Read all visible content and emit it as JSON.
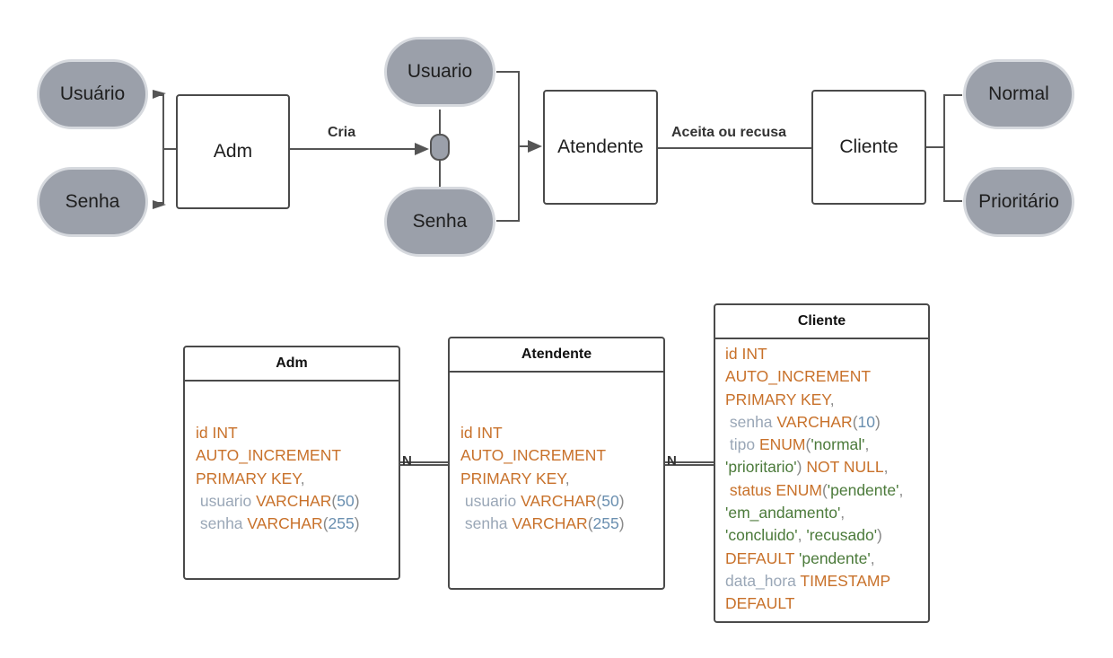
{
  "colors": {
    "keyword": "#c8712a",
    "identifier": "#9aa7b7",
    "number": "#6a8fb0",
    "string": "#4b7a3a",
    "punct": "#8a8a8a",
    "pill_fill": "#9ba0aa",
    "line": "#555555"
  },
  "attributes": {
    "adm_usuario": "Usuário",
    "adm_senha": "Senha",
    "atendente_usuario": "Usuario",
    "atendente_senha": "Senha",
    "cliente_normal": "Normal",
    "cliente_prioritario": "Prioritário"
  },
  "entities": {
    "adm": "Adm",
    "atendente": "Atendente",
    "cliente": "Cliente"
  },
  "relationships": {
    "cria": "Cria",
    "aceita": "Aceita ou recusa"
  },
  "tables": {
    "adm": {
      "title": "Adm",
      "lines": [
        [
          {
            "t": "id INT",
            "c": "keyword"
          }
        ],
        [
          {
            "t": "AUTO_INCREMENT",
            "c": "keyword"
          }
        ],
        [
          {
            "t": "PRIMARY KEY",
            "c": "keyword"
          },
          {
            "t": ",",
            "c": "punct"
          }
        ],
        [
          {
            "t": " usuario ",
            "c": "identifier"
          },
          {
            "t": "VARCHAR",
            "c": "keyword"
          },
          {
            "t": "(",
            "c": "punct"
          },
          {
            "t": "50",
            "c": "number"
          },
          {
            "t": ")",
            "c": "punct"
          }
        ],
        [
          {
            "t": " senha ",
            "c": "identifier"
          },
          {
            "t": "VARCHAR",
            "c": "keyword"
          },
          {
            "t": "(",
            "c": "punct"
          },
          {
            "t": "255",
            "c": "number"
          },
          {
            "t": ")",
            "c": "punct"
          }
        ]
      ]
    },
    "atendente": {
      "title": "Atendente",
      "lines": [
        [
          {
            "t": "id INT",
            "c": "keyword"
          }
        ],
        [
          {
            "t": "AUTO_INCREMENT",
            "c": "keyword"
          }
        ],
        [
          {
            "t": "PRIMARY KEY",
            "c": "keyword"
          },
          {
            "t": ",",
            "c": "punct"
          }
        ],
        [
          {
            "t": " usuario ",
            "c": "identifier"
          },
          {
            "t": "VARCHAR",
            "c": "keyword"
          },
          {
            "t": "(",
            "c": "punct"
          },
          {
            "t": "50",
            "c": "number"
          },
          {
            "t": ")",
            "c": "punct"
          }
        ],
        [
          {
            "t": " senha ",
            "c": "identifier"
          },
          {
            "t": "VARCHAR",
            "c": "keyword"
          },
          {
            "t": "(",
            "c": "punct"
          },
          {
            "t": "255",
            "c": "number"
          },
          {
            "t": ")",
            "c": "punct"
          }
        ]
      ]
    },
    "cliente": {
      "title": "Cliente",
      "lines": [
        [
          {
            "t": "id INT",
            "c": "keyword"
          }
        ],
        [
          {
            "t": "AUTO_INCREMENT",
            "c": "keyword"
          }
        ],
        [
          {
            "t": "PRIMARY KEY",
            "c": "keyword"
          },
          {
            "t": ",",
            "c": "punct"
          }
        ],
        [
          {
            "t": " senha ",
            "c": "identifier"
          },
          {
            "t": "VARCHAR",
            "c": "keyword"
          },
          {
            "t": "(",
            "c": "punct"
          },
          {
            "t": "10",
            "c": "number"
          },
          {
            "t": ")",
            "c": "punct"
          }
        ],
        [
          {
            "t": " tipo ",
            "c": "identifier"
          },
          {
            "t": "ENUM",
            "c": "keyword"
          },
          {
            "t": "(",
            "c": "punct"
          },
          {
            "t": "'normal'",
            "c": "string"
          },
          {
            "t": ",",
            "c": "punct"
          }
        ],
        [
          {
            "t": "'prioritario'",
            "c": "string"
          },
          {
            "t": ") ",
            "c": "punct"
          },
          {
            "t": "NOT NULL",
            "c": "keyword"
          },
          {
            "t": ",",
            "c": "punct"
          }
        ],
        [
          {
            "t": " status ",
            "c": "keyword"
          },
          {
            "t": "ENUM",
            "c": "keyword"
          },
          {
            "t": "(",
            "c": "punct"
          },
          {
            "t": "'pendente'",
            "c": "string"
          },
          {
            "t": ",",
            "c": "punct"
          }
        ],
        [
          {
            "t": "'em_andamento'",
            "c": "string"
          },
          {
            "t": ",",
            "c": "punct"
          }
        ],
        [
          {
            "t": "'concluido'",
            "c": "string"
          },
          {
            "t": ", ",
            "c": "punct"
          },
          {
            "t": "'recusado'",
            "c": "string"
          },
          {
            "t": ")",
            "c": "punct"
          }
        ],
        [
          {
            "t": "DEFAULT ",
            "c": "keyword"
          },
          {
            "t": "'pendente'",
            "c": "string"
          },
          {
            "t": ",",
            "c": "punct"
          }
        ],
        [
          {
            "t": "data_hora ",
            "c": "identifier"
          },
          {
            "t": "TIMESTAMP",
            "c": "keyword"
          }
        ],
        [
          {
            "t": "DEFAULT",
            "c": "keyword"
          }
        ]
      ]
    }
  },
  "cardinality": {
    "adm_atendente": "N",
    "atendente_cliente": "N"
  }
}
